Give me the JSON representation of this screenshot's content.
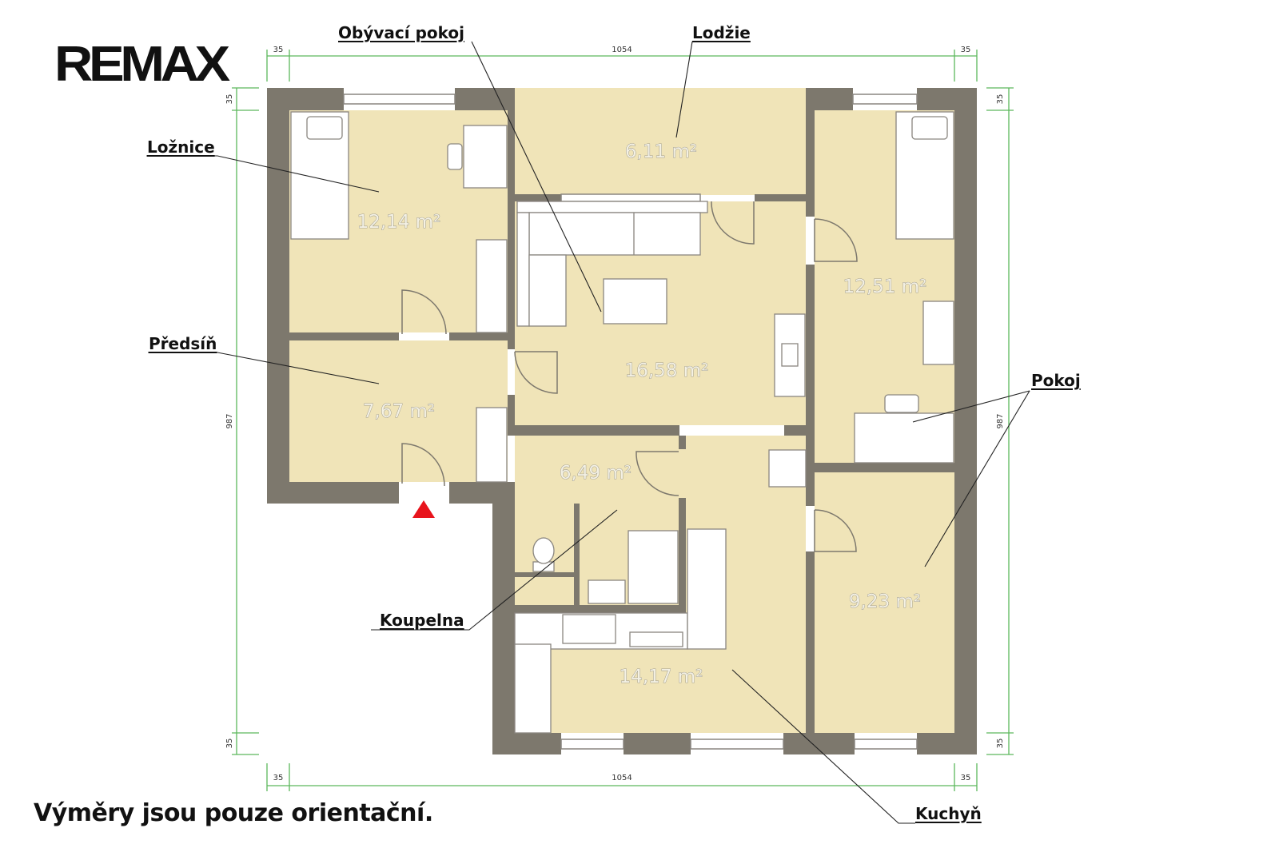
{
  "brand": "RE/MAX",
  "logo_text": "REMAX",
  "footnote": "Výměry jsou pouze orientační.",
  "room_labels": {
    "loznice": "Ložnice",
    "predsin": "Předsíň",
    "obyvaci_pokoj": "Obývací pokoj",
    "lodzie": "Lodžie",
    "pokoj": "Pokoj",
    "koupelna": "Koupelna",
    "kuchyn": "Kuchyň"
  },
  "areas": {
    "loznice": "12,14 m²",
    "predsin": "7,67 m²",
    "obyvaci_pokoj": "16,58 m²",
    "lodzie": "6,11 m²",
    "pokoj_upper": "12,51 m²",
    "pokoj_lower": "9,23 m²",
    "koupelna": "6,49 m²",
    "kuchyn": "14,17 m²"
  },
  "dimensions": {
    "top_left": "35",
    "top_width": "1054",
    "top_right": "35",
    "bottom_left": "35",
    "bottom_width": "1054",
    "bottom_right": "35",
    "left_top": "35",
    "left_height": "987",
    "left_bottom": "35",
    "right_top": "35",
    "right_height": "987",
    "right_bottom": "35"
  },
  "colors": {
    "wall": "#7d786d",
    "floor": "#f0e4b8",
    "dimension_line": "#5cb85c",
    "entrance_marker": "#e8141c"
  }
}
